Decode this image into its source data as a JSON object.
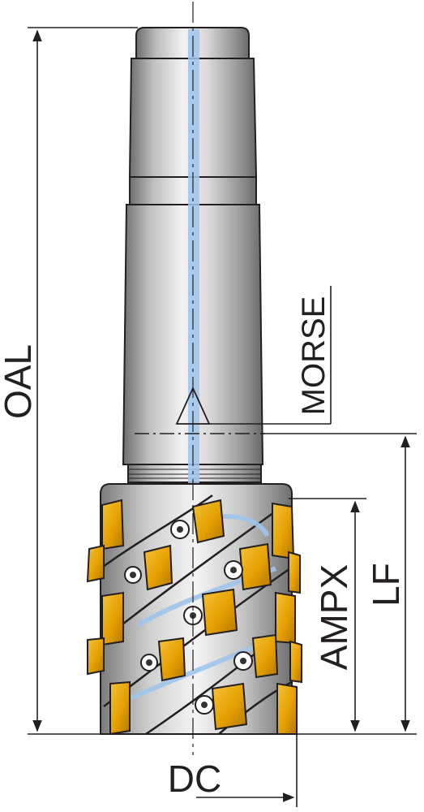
{
  "labels": {
    "overall_length": "OAL",
    "morse": "MORSE",
    "max_depth_of_cut": "AMPX",
    "flute_length": "LF",
    "cutting_diameter": "DC"
  },
  "colors": {
    "outline": "#231f20",
    "body_light": "#e6e6e6",
    "body_mid": "#b3b3b3",
    "body_dark": "#7a7a7a",
    "coolant_channel": "#9fc5ec",
    "insert_gold": "#e8a200",
    "insert_gold_dark": "#b57a00",
    "screw": "#4a4a4a"
  }
}
